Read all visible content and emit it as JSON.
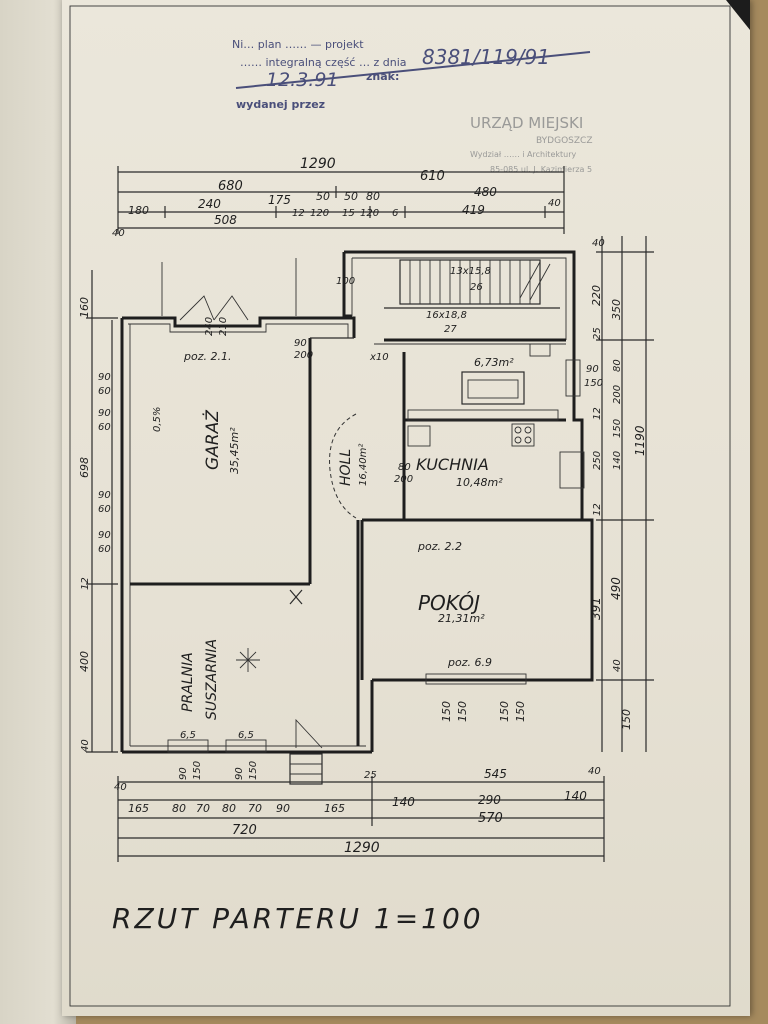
{
  "stamp": {
    "line1": "Ni… plan …… — projekt",
    "line2": "…… integralną część … z dnia",
    "number": "12.3.91",
    "znak_label": "znak:",
    "znak_value": "8381/119/91",
    "issued_by": "wydanej przez",
    "office_name": "URZĄD MIEJSKI",
    "office_city": "BYDGOSZCZ",
    "office_dept": "Wydział …… i Architektury",
    "office_address": "85-085 ul. J. Kazimierza 5"
  },
  "dims_top": {
    "total": "1290",
    "row1": [
      "680",
      "610"
    ],
    "row2": [
      "240",
      "175",
      "50",
      "50",
      "80",
      "480"
    ],
    "row3": [
      "180",
      "508",
      "12",
      "120",
      "15",
      "120",
      "6",
      "419",
      "40"
    ],
    "corner": "40"
  },
  "dims_right": [
    "40",
    "220",
    "350",
    "25",
    "90",
    "150",
    "250",
    "12",
    "200",
    "140",
    "150",
    "80",
    "1190",
    "12",
    "391",
    "490",
    "40",
    "150"
  ],
  "dims_left": [
    "160",
    "90",
    "60",
    "90",
    "60",
    "698",
    "90",
    "60",
    "90",
    "60",
    "12",
    "400",
    "40"
  ],
  "dims_bottom": {
    "row1": [
      "40",
      "25",
      "545",
      "40"
    ],
    "row2": [
      "165",
      "80",
      "70",
      "80",
      "70",
      "90",
      "165",
      "140",
      "290",
      "140"
    ],
    "row3": [
      "720",
      "570"
    ],
    "total": "1290"
  },
  "rooms": {
    "garage": {
      "name": "GARAŻ",
      "area": "35,45m²",
      "level": "poz. 2.1."
    },
    "hall": {
      "name": "HOLL",
      "area": "16,40m²"
    },
    "kitchen": {
      "name": "KUCHNIA",
      "area": "10,48m²"
    },
    "room": {
      "name": "POKÓJ",
      "area": "21,31m²",
      "level": "poz. 2.2"
    },
    "laundry": {
      "name1": "PRALNIA",
      "name2": "SUSZARNIA"
    },
    "small_room": {
      "area": "6,73m²"
    }
  },
  "stairs": {
    "upper": "13x15,8",
    "upper_n": "26",
    "lower": "16x18,8",
    "lower_n": "27"
  },
  "window_labels": {
    "garage_slope": "0,5%",
    "bottom_poz": "poz. 6.9",
    "w_150_a": "150",
    "w_150_b": "150",
    "w_150_c": "150",
    "w_150_d": "150",
    "w_90_a": "90",
    "w_150_e": "150",
    "w_90_b": "90",
    "w_150_f": "150",
    "ww1": "6,5",
    "ww2": "6,5",
    "k_80": "80",
    "k_200": "200",
    "d_240": "240",
    "d_210": "210",
    "d_90": "90",
    "d_200": "200",
    "d_100": "100",
    "d_x10": "x10"
  },
  "title": "RZUT PARTERU 1=100",
  "colors": {
    "ink": "#2b2b2b",
    "stamp": "#4a4f7a",
    "paper": "#ebe7db"
  }
}
